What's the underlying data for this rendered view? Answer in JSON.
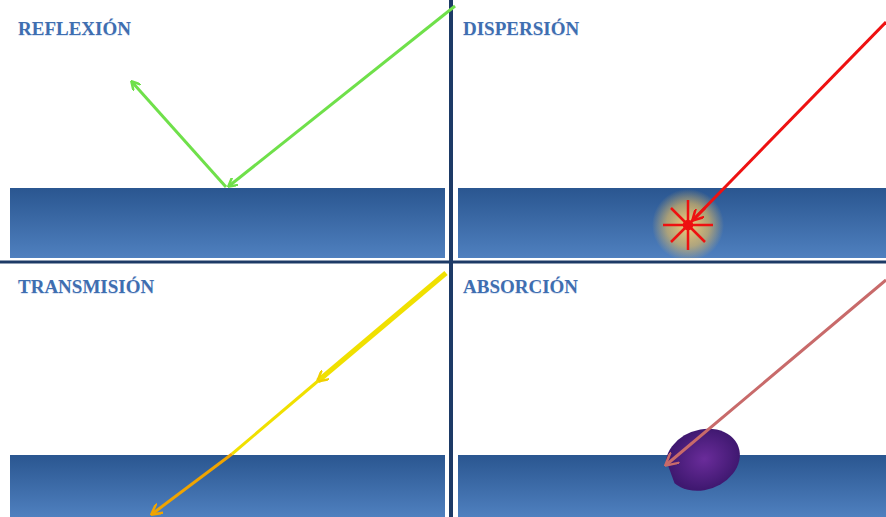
{
  "diagram": {
    "labels": [
      "REFLEXIÓN",
      "DISPERSIÓN",
      "TRANSMISIÓN",
      "ABSORCIÓN"
    ]
  }
}
